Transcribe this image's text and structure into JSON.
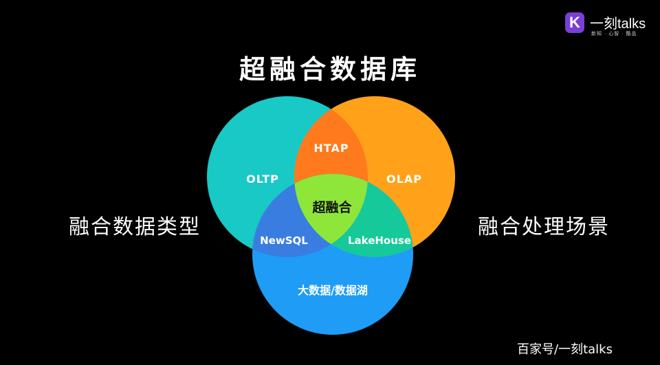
{
  "title": "超融合数据库",
  "left_label": "融合数据类型",
  "right_label": "融合处理场景",
  "logo": {
    "badge": "K",
    "name": "一刻talks",
    "tagline": "新知 · 心智 · 酷品"
  },
  "watermark": "百家号/一刻talks",
  "venn": {
    "circles": [
      {
        "label": "OLTP",
        "color": "#18c9c6"
      },
      {
        "label": "OLAP",
        "color": "#ffa21a"
      },
      {
        "label": "大数据/数据湖",
        "color": "#1e9cf6"
      }
    ],
    "intersections": {
      "oltp_olap": {
        "label": "HTAP",
        "color": "#ff7a1c"
      },
      "oltp_bigdata": {
        "label": "NewSQL",
        "color": "#3a7de0"
      },
      "olap_bigdata": {
        "label": "LakeHouse",
        "color": "#16c99a"
      },
      "center": {
        "label": "超融合",
        "color": "#8ee63a"
      }
    }
  }
}
